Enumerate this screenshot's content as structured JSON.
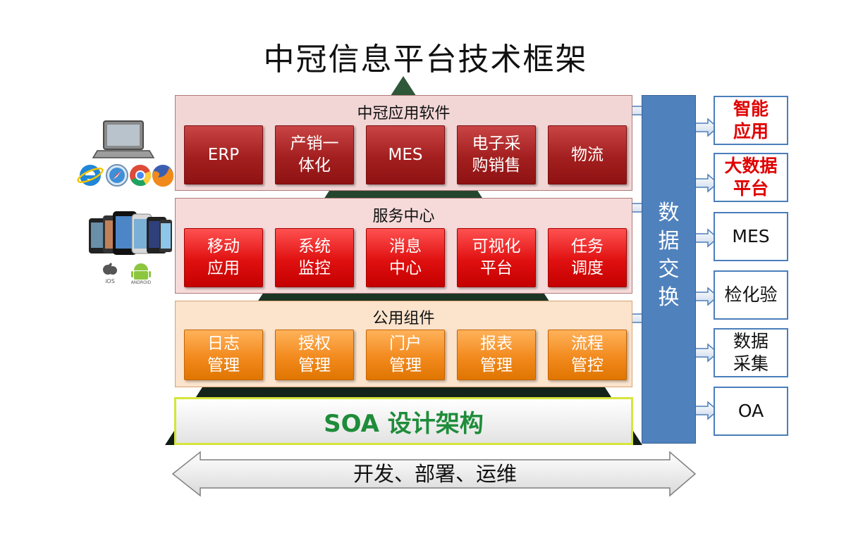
{
  "title": "中冠信息平台技术框架",
  "layers": {
    "apps": {
      "title": "中冠应用软件",
      "tiles": [
        "ERP",
        "产销一\n体化",
        "MES",
        "电子采\n购销售",
        "物流"
      ]
    },
    "services": {
      "title": "服务中心",
      "tiles": [
        "移动\n应用",
        "系统\n监控",
        "消息\n中心",
        "可视化\n平台",
        "任务\n调度"
      ]
    },
    "components": {
      "title": "公用组件",
      "tiles": [
        "日志\n管理",
        "授权\n管理",
        "门户\n管理",
        "报表\n管理",
        "流程\n管控"
      ]
    }
  },
  "soa_label": "SOA 设计架构",
  "data_exchange_label": "数\n据\n交\n换",
  "right_boxes": [
    "智能\n应用",
    "大数据\n平台",
    "MES",
    "检化验",
    "数据\n采集",
    "OA"
  ],
  "bottom_label": "开发、部署、运维",
  "platform_labels": {
    "ios": "iOS",
    "android": "ANDROID"
  },
  "colors": {
    "app_tile": "#a31f1f",
    "service_tile": "#e01010",
    "component_tile": "#f28a1e",
    "soa_text": "#1e8c3a",
    "exchange_bar": "#4f81bd",
    "highlight_text": "#e00000"
  }
}
